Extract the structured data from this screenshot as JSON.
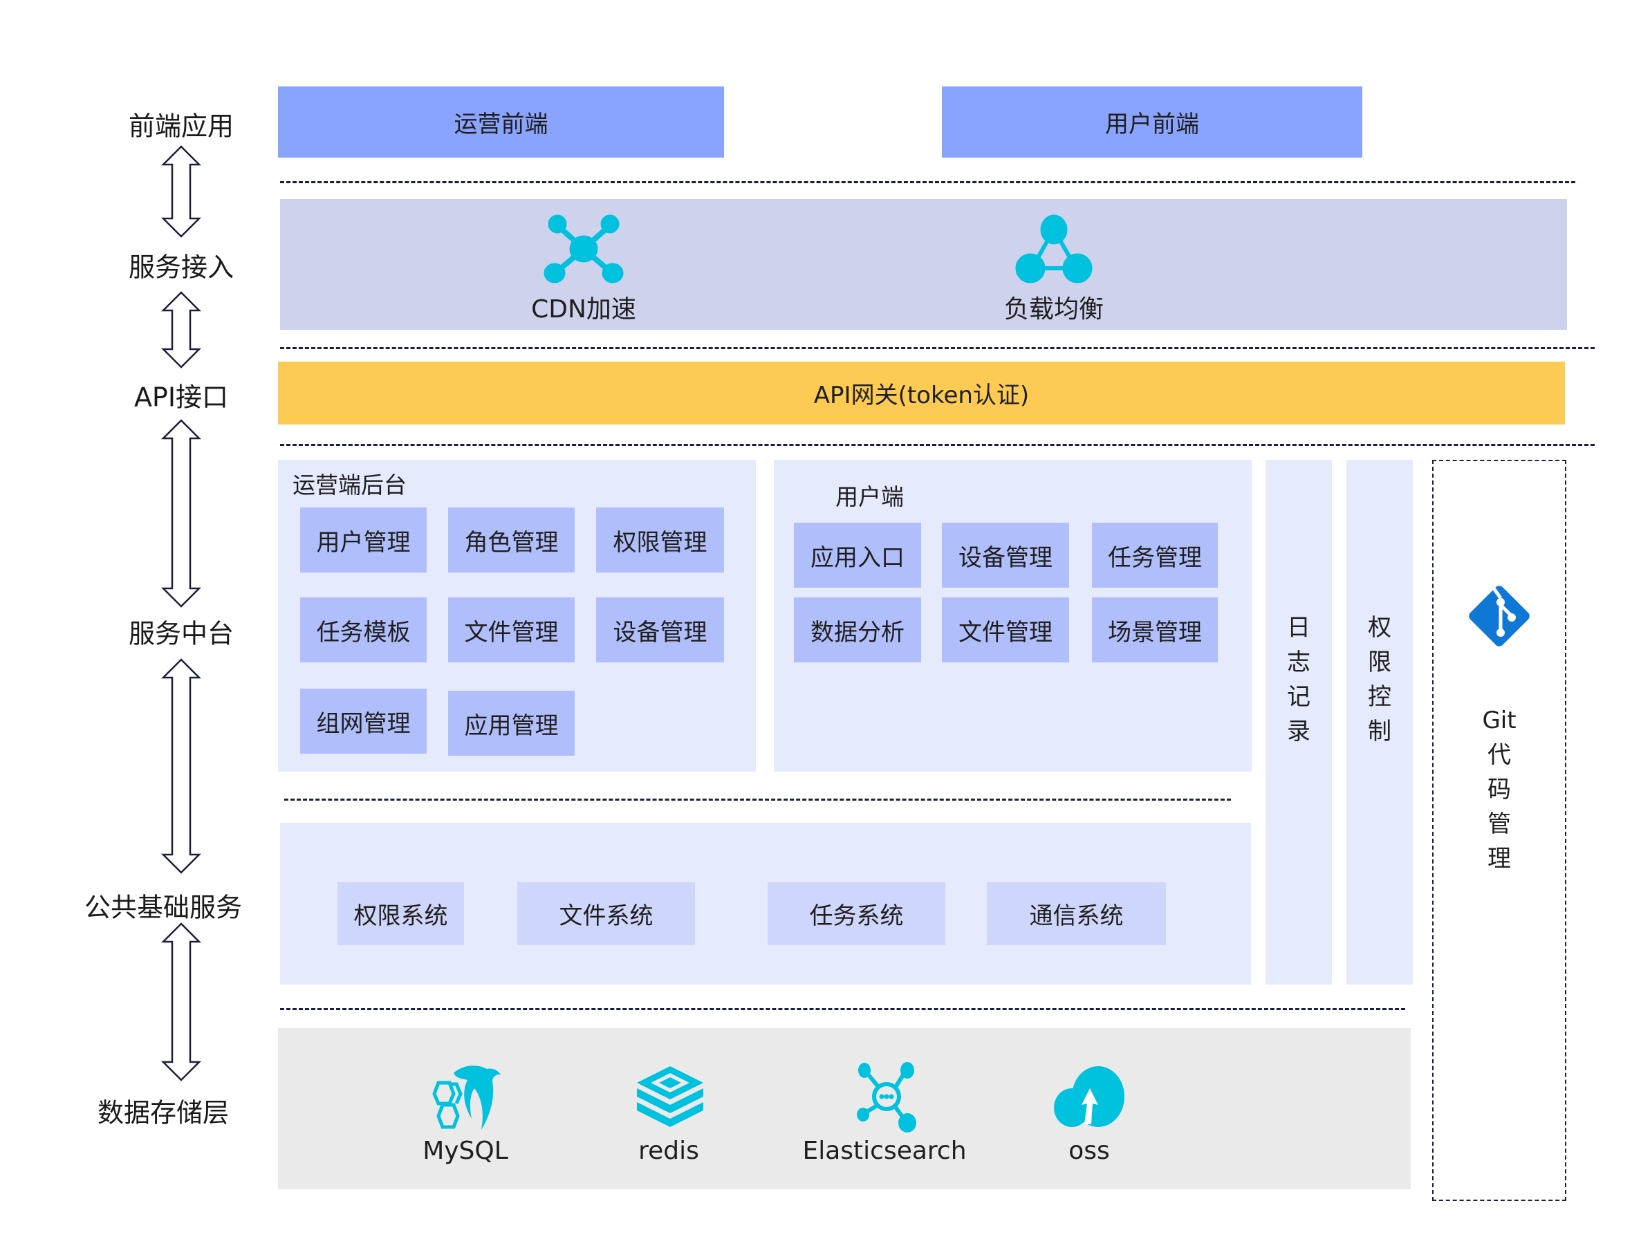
{
  "layers": {
    "frontend": "前端应用",
    "access": "服务接入",
    "api": "API接口",
    "middle": "服务中台",
    "public": "公共基础服务",
    "storage": "数据存储层"
  },
  "frontend": {
    "ops": "运营前端",
    "user": "用户前端"
  },
  "access": {
    "cdn": {
      "label": "CDN加速",
      "icon": "cdn-network-icon"
    },
    "lb": {
      "label": "负载均衡",
      "icon": "load-balance-icon"
    }
  },
  "api_gateway": "API网关(token认证)",
  "ops_backend": {
    "title": "运营端后台",
    "items": [
      "用户管理",
      "角色管理",
      "权限管理",
      "任务模板",
      "文件管理",
      "设备管理",
      "组网管理",
      "应用管理"
    ]
  },
  "user_side": {
    "title": "用户端",
    "items": [
      "应用入口",
      "设备管理",
      "任务管理",
      "数据分析",
      "文件管理",
      "场景管理"
    ]
  },
  "side_columns": {
    "log": [
      "日",
      "志",
      "记",
      "录"
    ],
    "perm": [
      "权",
      "限",
      "控",
      "制"
    ]
  },
  "git": {
    "icon": "git-icon",
    "lines": [
      "Git",
      "代",
      "码",
      "管",
      "理"
    ]
  },
  "public_services": [
    "权限系统",
    "文件系统",
    "任务系统",
    "通信系统"
  ],
  "storage": [
    {
      "label": "MySQL",
      "icon": "mysql-dolphin-icon"
    },
    {
      "label": "redis",
      "icon": "redis-stack-icon"
    },
    {
      "label": "Elasticsearch",
      "icon": "elasticsearch-icon"
    },
    {
      "label": "oss",
      "icon": "cloud-upload-icon"
    }
  ],
  "colors": {
    "frontend": "#8aa3fc",
    "access": "#cfd2ec",
    "api": "#fdcb53",
    "panel": "#e6eafd",
    "tile": "#b0bffb",
    "tile_public": "#cfd6fb",
    "storage_bg": "#eaeaea",
    "icon_cyan": "#00c1de",
    "git_blue": "#0f78d7",
    "dash": "#1a1f3d"
  }
}
